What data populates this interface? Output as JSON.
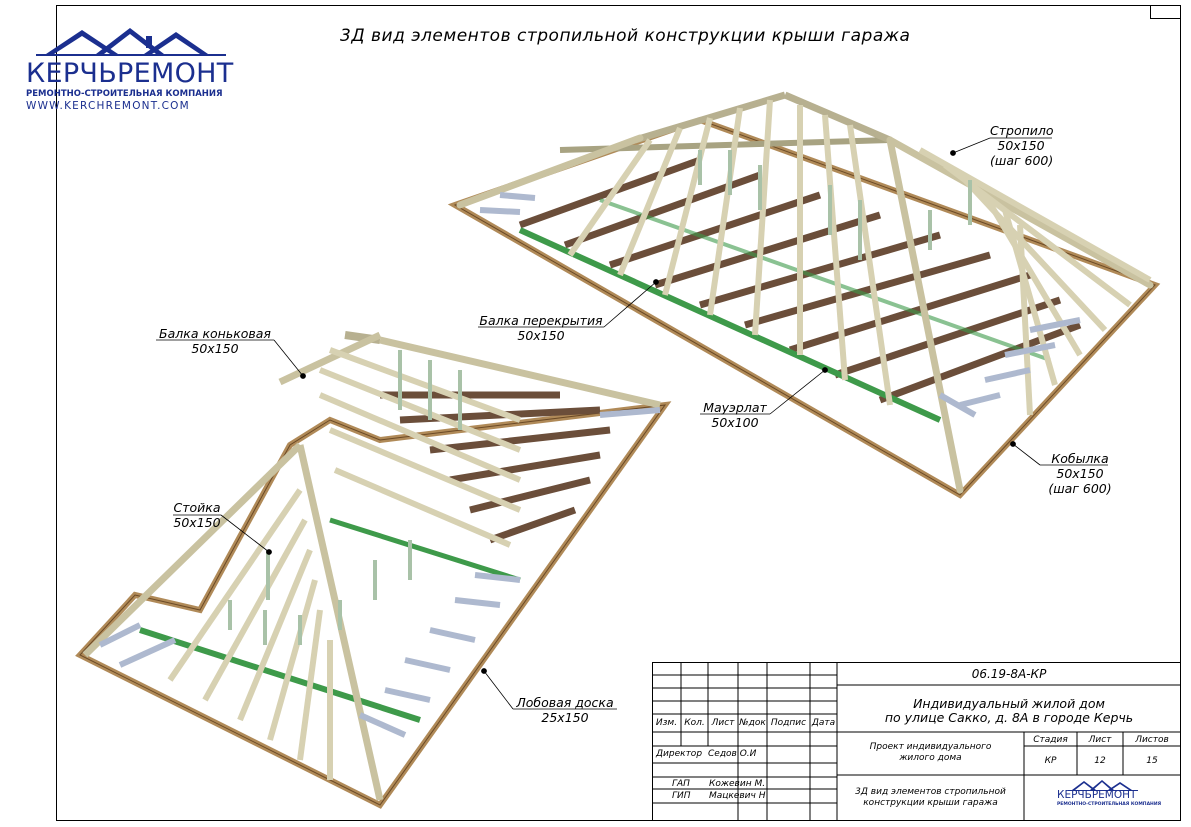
{
  "title": "3Д вид элементов стропильной конструкции крыши гаража",
  "logo": {
    "name": "КЕРЧЬРЕМОНТ",
    "tagline": "РЕМОНТНО-СТРОИТЕЛЬНАЯ КОМПАНИЯ",
    "url": "WWW.KERCHREMONT.COM",
    "color": "#1b2f8f"
  },
  "labels": {
    "stropilo": {
      "name": "Стропило",
      "size": "50х150",
      "step": "(шаг 600)"
    },
    "balka_perekrytiya": {
      "name": "Балка перекрытия",
      "size": "50х150"
    },
    "balka_konkovaya": {
      "name": "Балка коньковая",
      "size": "50х150"
    },
    "mauerlat": {
      "name": "Мауэрлат",
      "size": "50х100"
    },
    "kobylka": {
      "name": "Кобылка",
      "size": "50х150",
      "step": "(шаг 600)"
    },
    "stoyka": {
      "name": "Стойка",
      "size": "50х150"
    },
    "lobovaya": {
      "name": "Лобовая доска",
      "size": "25х150"
    }
  },
  "title_block": {
    "code": "06.19-8А-КР",
    "project_line1": "Индивидуальный жилой дом",
    "project_line2": "по улице Сакко, д. 8А в городе Керчь",
    "headers": {
      "izm": "Изм.",
      "kol": "Кол.",
      "list": "Лист",
      "ndok": "№док",
      "podpis": "Подпис",
      "data": "Дата"
    },
    "people": [
      {
        "role": "Директор",
        "name": "Седов О.И"
      },
      {
        "role": "ГАП",
        "name": "Кожевин М."
      },
      {
        "role": "ГИП",
        "name": "Мацкевич Н"
      }
    ],
    "stage_text_line1": "Проект индивидуального",
    "stage_text_line2": "жилого дома",
    "stadiya_label": "Стадия",
    "list_label": "Лист",
    "listov_label": "Листов",
    "stadiya": "КР",
    "list": "12",
    "listov": "15",
    "sheet_title_line1": "3Д вид элементов стропильной",
    "sheet_title_line2": "конструкции крыши гаража",
    "logo_name": "КЕРЧЬРЕМОНТ",
    "logo_tagline": "РЕМОНТНО-СТРОИТЕЛЬНАЯ КОМПАНИЯ"
  }
}
